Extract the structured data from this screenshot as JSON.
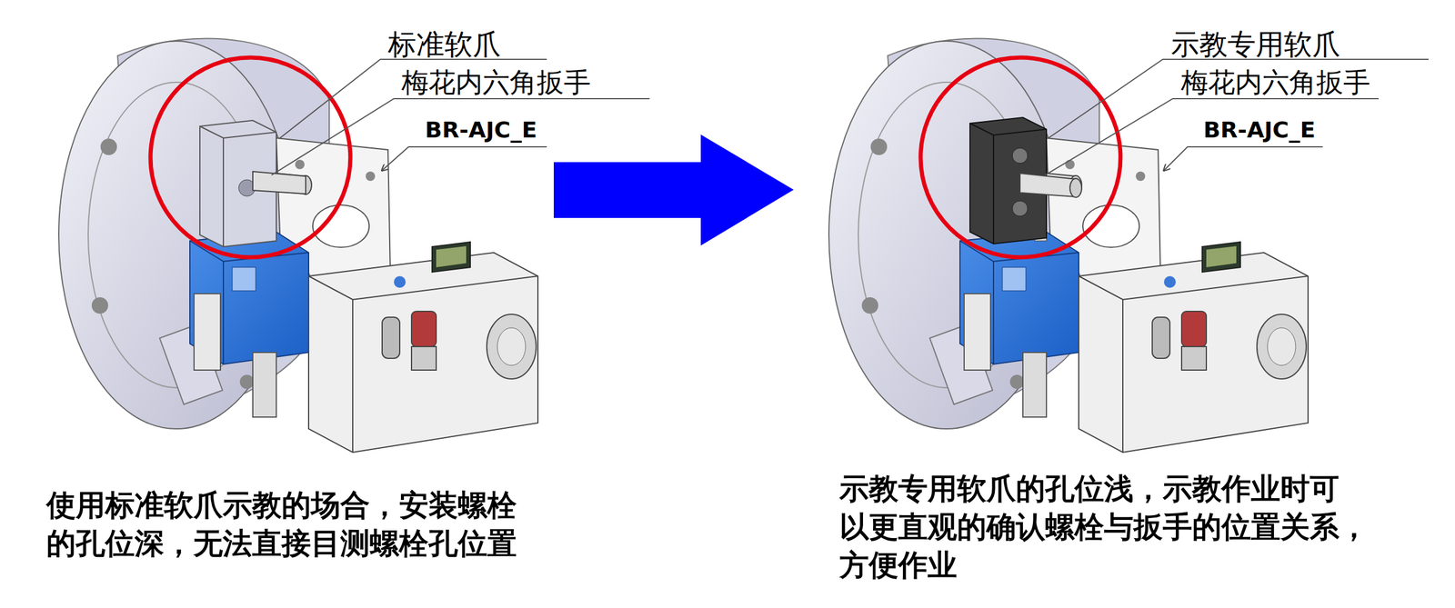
{
  "diagram": {
    "labels": [
      "标准软爪",
      "梅花内六角扳手",
      "BR-AJC_E",
      "示教专用软爪",
      "梅花内六角扳手",
      "BR-AJC_E",
      "使用标准软爪示教的场合，安装螺栓 的孔位深，无法直接目测螺栓孔位置",
      "示教专用软爪的孔位浅，示教作业时可 以更直观的确认螺栓与扳手的位置关系， 方便作业"
    ]
  }
}
